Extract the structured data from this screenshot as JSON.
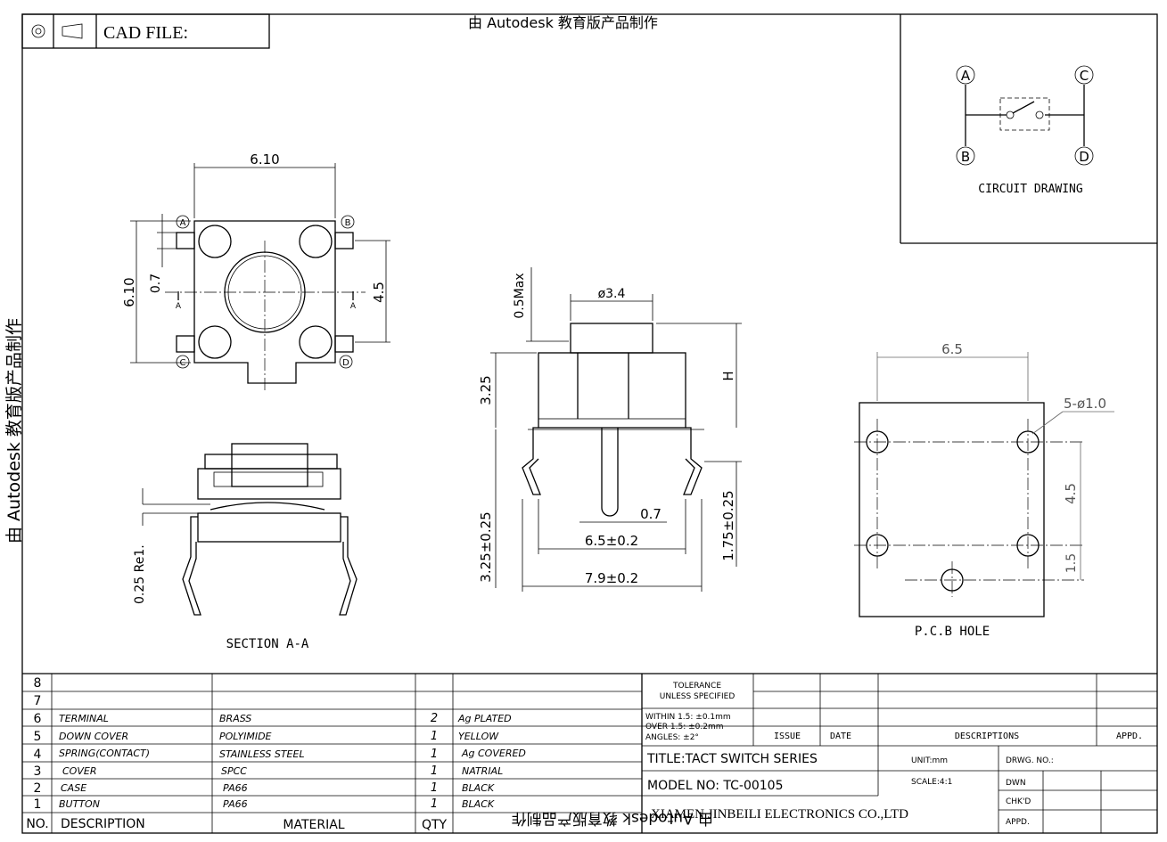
{
  "header": {
    "cad_file_label": "CAD FILE:",
    "watermark_top": "由 Autodesk 教育版产品制作",
    "watermark_left": "由 Autodesk 教育版产品制作",
    "watermark_bottom": "由 Autodesk 教育版产品制作"
  },
  "circuit": {
    "title": "CIRCUIT DRAWING",
    "terminals": [
      "A",
      "B",
      "C",
      "D"
    ]
  },
  "top_view": {
    "dim_width": "6.10",
    "dim_height": "6.10",
    "dim_pin": "0.7",
    "dim_pitch": "4.5",
    "section_marks": [
      "A",
      "A"
    ],
    "pin_labels": [
      "A",
      "B",
      "C",
      "D"
    ]
  },
  "section": {
    "title": "SECTION A-A",
    "dim_radius": "0.25 Re1."
  },
  "side_view": {
    "dim_max": "0.5Max",
    "dim_plunger": "ø3.4",
    "dim_body": "3.25",
    "dim_h": "H",
    "dim_lead_len": "3.25±0.25",
    "dim_foot": "1.75±0.25",
    "dim_pin_w": "0.7",
    "dim_span_inner": "6.5±0.2",
    "dim_span_outer": "7.9±0.2"
  },
  "pcb": {
    "title": "P.C.B HOLE",
    "dim_width": "6.5",
    "dim_holes": "5-ø1.0",
    "dim_vert": "4.5",
    "dim_small": "1.5"
  },
  "bom": {
    "headers": {
      "no": "NO.",
      "description": "DESCRIPTION",
      "material": "MATERIAL",
      "qty": "QTY"
    },
    "rows": [
      {
        "no": "8",
        "description": "",
        "material": "",
        "qty": "",
        "finish": ""
      },
      {
        "no": "7",
        "description": "",
        "material": "",
        "qty": "",
        "finish": ""
      },
      {
        "no": "6",
        "description": "TERMINAL",
        "material": "BRASS",
        "qty": "2",
        "finish": "Ag PLATED"
      },
      {
        "no": "5",
        "description": "DOWN COVER",
        "material": "POLYIMIDE",
        "qty": "1",
        "finish": "YELLOW"
      },
      {
        "no": "4",
        "description": "SPRING(CONTACT)",
        "material": "STAINLESS STEEL",
        "qty": "1",
        "finish": "Ag COVERED"
      },
      {
        "no": "3",
        "description": "COVER",
        "material": "SPCC",
        "qty": "1",
        "finish": "NATRIAL"
      },
      {
        "no": "2",
        "description": "CASE",
        "material": "PA66",
        "qty": "1",
        "finish": "BLACK"
      },
      {
        "no": "1",
        "description": "BUTTON",
        "material": "PA66",
        "qty": "1",
        "finish": "BLACK"
      }
    ]
  },
  "title_block": {
    "tolerance_l1": "TOLERANCE",
    "tolerance_l2": "UNLESS SPECIFIED",
    "within": "WITHIN 1.5: ±0.1mm",
    "over": "OVER 1.5:  ±0.2mm",
    "angles": "ANGLES: ±2°",
    "issue": "ISSUE",
    "date": "DATE",
    "descriptions": "DESCRIPTIONS",
    "appd": "APPD.",
    "title": "TITLE:TACT SWITCH SERIES",
    "model": "MODEL NO: TC-00105",
    "unit": "UNIT:mm",
    "scale": "SCALE:4:1",
    "drwg_no": "DRWG. NO.:",
    "dwn": "DWN",
    "chkd": "CHK'D",
    "appd2": "APPD.",
    "company": "XIAMEN JINBEILI ELECTRONICS CO.,LTD"
  }
}
